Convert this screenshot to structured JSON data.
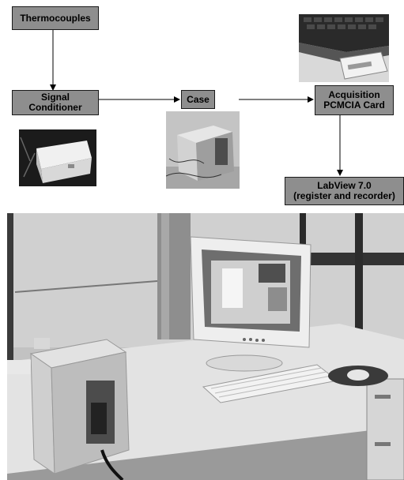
{
  "diagram": {
    "nodes": {
      "thermocouples": {
        "lines": [
          "Thermocouples"
        ]
      },
      "signal_conditioner": {
        "lines": [
          "Signal",
          "Conditioner"
        ]
      },
      "case": {
        "lines": [
          "Case"
        ]
      },
      "acquisition": {
        "lines": [
          "Acquisition",
          "PCMCIA Card"
        ]
      },
      "labview": {
        "lines": [
          "LabView 7.0",
          "(register and recorder)"
        ]
      }
    },
    "edges": [
      {
        "from": "thermocouples",
        "to": "signal_conditioner"
      },
      {
        "from": "signal_conditioner",
        "to": "case"
      },
      {
        "from": "case",
        "to": "acquisition"
      },
      {
        "from": "acquisition",
        "to": "labview"
      }
    ],
    "photos": {
      "laptop": "laptop-with-pcmcia-card",
      "signal_conditioner": "signal-conditioner-unit",
      "case": "acquisition-case-unit",
      "lab_setup": "lab-setup-with-monitor-keyboard-and-case"
    }
  }
}
